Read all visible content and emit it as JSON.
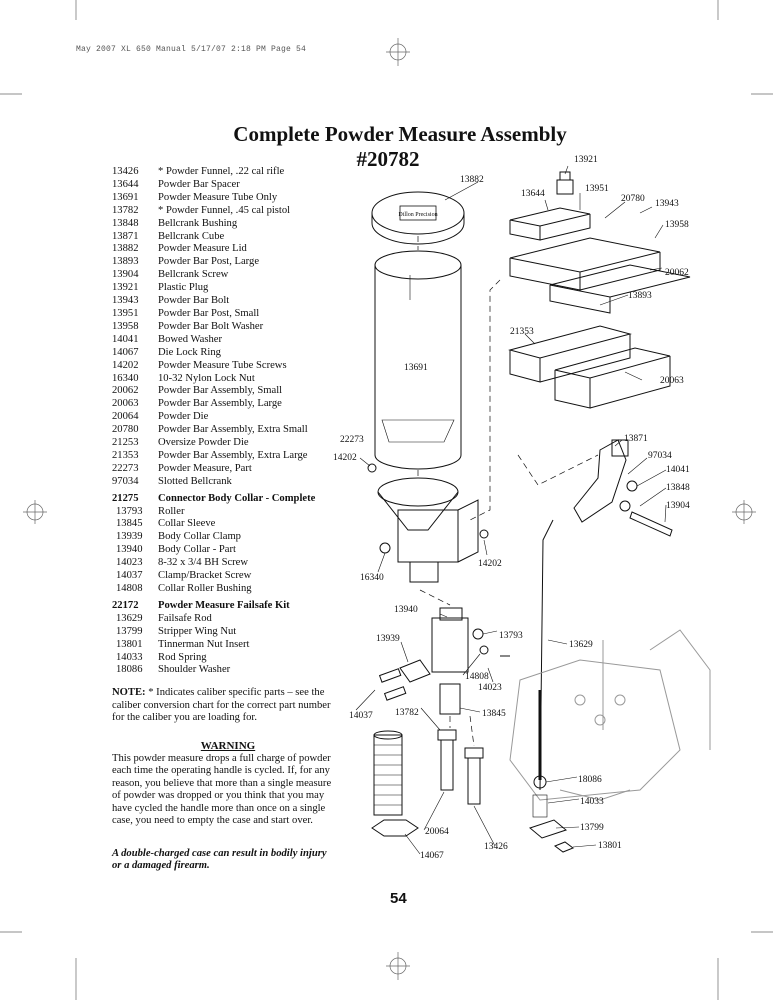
{
  "slug": "May 2007 XL 650 Manual  5/17/07  2:18 PM  Page 54",
  "title_line1": "Complete Powder Measure Assembly",
  "title_line2": "#20782",
  "parts": [
    {
      "num": "13426",
      "desc": "* Powder Funnel, .22 cal rifle"
    },
    {
      "num": "13644",
      "desc": "Powder Bar Spacer"
    },
    {
      "num": "13691",
      "desc": "Powder Measure Tube Only"
    },
    {
      "num": "13782",
      "desc": "* Powder Funnel, .45 cal pistol"
    },
    {
      "num": "13848",
      "desc": "Bellcrank Bushing"
    },
    {
      "num": "13871",
      "desc": "Bellcrank Cube"
    },
    {
      "num": "13882",
      "desc": "Powder Measure Lid"
    },
    {
      "num": "13893",
      "desc": "Powder Bar Post, Large"
    },
    {
      "num": "13904",
      "desc": "Bellcrank Screw"
    },
    {
      "num": "13921",
      "desc": "Plastic Plug"
    },
    {
      "num": "13943",
      "desc": "Powder Bar Bolt"
    },
    {
      "num": "13951",
      "desc": "Powder Bar Post, Small"
    },
    {
      "num": "13958",
      "desc": "Powder Bar Bolt Washer"
    },
    {
      "num": "14041",
      "desc": "Bowed Washer"
    },
    {
      "num": "14067",
      "desc": "Die Lock Ring"
    },
    {
      "num": "14202",
      "desc": "Powder Measure Tube Screws"
    },
    {
      "num": "16340",
      "desc": "10-32 Nylon Lock Nut"
    },
    {
      "num": "20062",
      "desc": "Powder Bar Assembly, Small"
    },
    {
      "num": "20063",
      "desc": "Powder Bar Assembly, Large"
    },
    {
      "num": "20064",
      "desc": "Powder Die"
    },
    {
      "num": "20780",
      "desc": "Powder Bar Assembly, Extra Small"
    },
    {
      "num": "21253",
      "desc": "Oversize Powder Die"
    },
    {
      "num": "21353",
      "desc": "Powder Bar Assembly, Extra Large"
    },
    {
      "num": "22273",
      "desc": "Powder Measure, Part"
    },
    {
      "num": "97034",
      "desc": "Slotted Bellcrank"
    }
  ],
  "kit1": {
    "num": "21275",
    "title": "Connector Body Collar - Complete",
    "items": [
      {
        "num": "13793",
        "desc": "Roller"
      },
      {
        "num": "13845",
        "desc": "Collar Sleeve"
      },
      {
        "num": "13939",
        "desc": "Body Collar Clamp"
      },
      {
        "num": "13940",
        "desc": "Body Collar - Part"
      },
      {
        "num": "14023",
        "desc": "8-32 x 3/4 BH Screw"
      },
      {
        "num": "14037",
        "desc": "Clamp/Bracket Screw"
      },
      {
        "num": "14808",
        "desc": "Collar Roller Bushing"
      }
    ]
  },
  "kit2": {
    "num": "22172",
    "title": "Powder Measure Failsafe Kit",
    "items": [
      {
        "num": "13629",
        "desc": "Failsafe Rod"
      },
      {
        "num": "13799",
        "desc": "Stripper Wing Nut"
      },
      {
        "num": "13801",
        "desc": "Tinnerman Nut Insert"
      },
      {
        "num": "14033",
        "desc": "Rod Spring"
      },
      {
        "num": "18086",
        "desc": "Shoulder Washer"
      }
    ]
  },
  "note_label": "NOTE:",
  "note_text": "* Indicates caliber specific parts – see the caliber conversion chart for the correct part number for the caliber you are loading for.",
  "warning_heading": "WARNING",
  "warning_text": "This powder measure drops a full charge of powder each time the operating handle is cycled. If, for any reason, you believe that more than a single measure of powder was dropped or you think that you may have cycled the handle more than once on a single case, you need to empty the case and start over.",
  "warning_emphasis": "A double-charged case can result in bodily injury or a damaged firearm.",
  "page_number": "54",
  "lid_logo_text": "Dillon Precision",
  "callouts": [
    "13921",
    "13882",
    "13644",
    "13951",
    "20780",
    "13943",
    "13958",
    "20062",
    "13893",
    "21353",
    "20063",
    "13691",
    "22273",
    "14202",
    "13871",
    "97034",
    "14041",
    "13848",
    "13904",
    "16340",
    "14202",
    "13940",
    "13793",
    "13939",
    "13629",
    "14808",
    "14023",
    "14037",
    "13782",
    "13845",
    "18086",
    "14033",
    "20064",
    "13799",
    "14067",
    "13426",
    "13801"
  ]
}
